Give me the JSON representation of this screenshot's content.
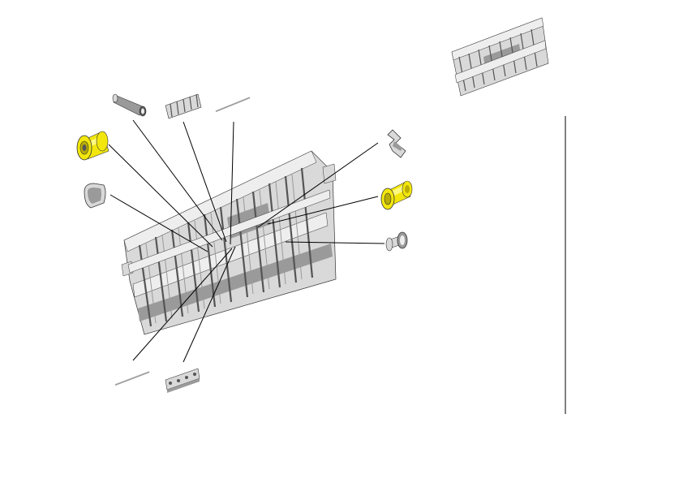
{
  "colors": {
    "background": "#ffffff",
    "part_fill": "#d9d9d9",
    "part_light": "#eeeeee",
    "part_shade": "#9a9a9a",
    "part_dark": "#555555",
    "part_edge": "#333333",
    "bushing_yellow": "#f2e60d",
    "bushing_yellow_dark": "#b8ad00",
    "bushing_yellow_light": "#fffa80",
    "leader_line": "#000000"
  },
  "parts": [
    {
      "id": "tube",
      "icon": "tube-icon"
    },
    {
      "id": "clip-strip-top",
      "icon": "clip-strip-icon"
    },
    {
      "id": "wire-top",
      "icon": "wire-icon"
    },
    {
      "id": "bushing-left",
      "icon": "yellow-bushing-icon"
    },
    {
      "id": "band",
      "icon": "band-icon"
    },
    {
      "id": "spring-clip",
      "icon": "spring-clip-icon"
    },
    {
      "id": "bushing-right",
      "icon": "yellow-bushing-icon"
    },
    {
      "id": "pin",
      "icon": "pin-icon"
    },
    {
      "id": "wire-bottom",
      "icon": "wire-icon"
    },
    {
      "id": "clip-strip-bottom",
      "icon": "clip-strip-icon"
    },
    {
      "id": "guide-assembly",
      "icon": "guide-assembly-icon"
    },
    {
      "id": "guide-thumbnail",
      "icon": "guide-thumbnail-icon"
    }
  ]
}
